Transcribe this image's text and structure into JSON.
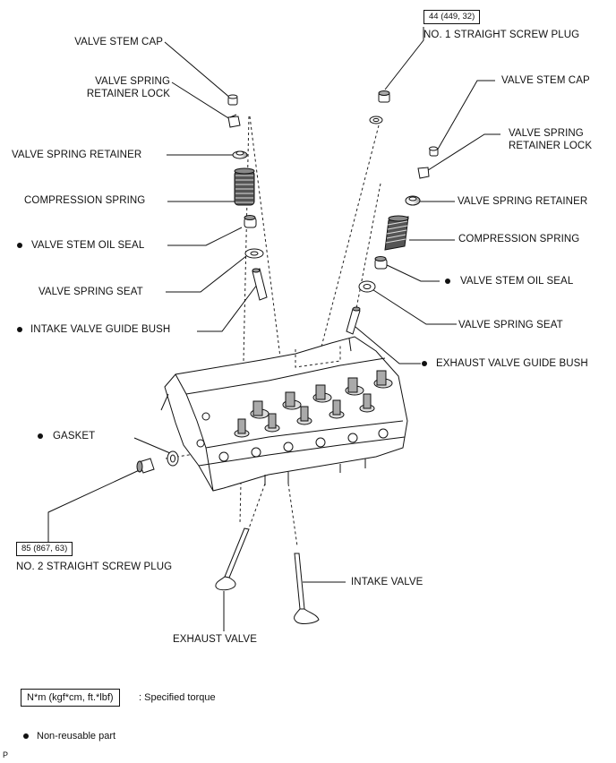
{
  "labels": {
    "left_valve_stem_cap": "VALVE STEM CAP",
    "left_retainer_lock": [
      "VALVE SPRING",
      "RETAINER LOCK"
    ],
    "left_spring_retainer": "VALVE SPRING RETAINER",
    "left_compression_spring": "COMPRESSION SPRING",
    "left_oil_seal": "VALVE STEM OIL SEAL",
    "left_spring_seat": "VALVE SPRING SEAT",
    "intake_guide_bush": "INTAKE VALVE GUIDE BUSH",
    "gasket": "GASKET",
    "no2_plug": "NO. 2 STRAIGHT SCREW PLUG",
    "exhaust_valve": "EXHAUST VALVE",
    "intake_valve": "INTAKE VALVE",
    "no1_plug": "NO. 1 STRAIGHT SCREW PLUG",
    "right_valve_stem_cap": "VALVE STEM CAP",
    "right_retainer_lock": [
      "VALVE SPRING",
      "RETAINER LOCK"
    ],
    "right_spring_retainer": "VALVE SPRING RETAINER",
    "right_compression_spring": "COMPRESSION SPRING",
    "right_oil_seal": "VALVE STEM OIL SEAL",
    "right_spring_seat": "VALVE SPRING SEAT",
    "exhaust_guide_bush": "EXHAUST VALVE GUIDE BUSH"
  },
  "torques": {
    "no1_plug": "44 (449, 32)",
    "no2_plug": "85 (867, 63)"
  },
  "legend": {
    "torque_units": "N*m (kgf*cm, ft.*lbf)",
    "torque_desc": ": Specified torque",
    "nonreusable": "Non-reusable part"
  },
  "figure_code": "P",
  "colors": {
    "line": "#111111",
    "part_fill": "#ffffff",
    "shade": "#bdbdbd"
  }
}
